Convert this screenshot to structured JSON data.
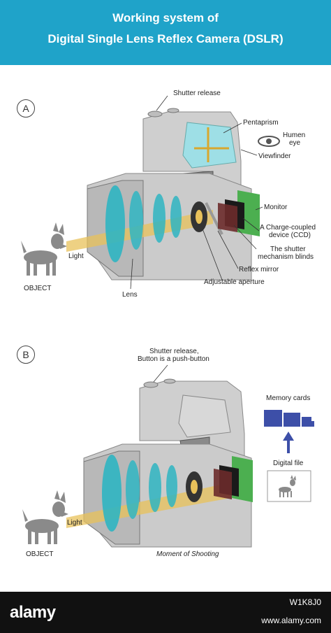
{
  "header": {
    "title_line1": "Working system of",
    "title_line2": "Digital Single Lens Reflex Camera (DSLR)"
  },
  "panel_a": {
    "badge": "A",
    "labels": {
      "shutter_release": "Shutter release",
      "pentaprism": "Pentaprism",
      "human_eye_1": "Humen",
      "human_eye_2": "eye",
      "viewfinder": "Viewfinder",
      "monitor": "Monitor",
      "ccd_1": "A Charge-coupled",
      "ccd_2": "device (CCD)",
      "shutter_blinds_1": "The shutter",
      "shutter_blinds_2": "mechanism blinds",
      "reflex_mirror": "Reflex mirror",
      "aperture": "Adjustable aperture",
      "light": "Light",
      "object": "OBJECT",
      "lens": "Lens"
    }
  },
  "panel_b": {
    "badge": "B",
    "labels": {
      "shutter_release_1": "Shutter release,",
      "shutter_release_2": "Button is a push-button",
      "memory_cards": "Memory cards",
      "digital_file": "Digital file",
      "light": "Light",
      "object": "OBJECT",
      "moment": "Moment of Shooting"
    }
  },
  "footer": {
    "logo": "alamy",
    "image_id": "W1K8J0",
    "url": "www.alamy.com"
  },
  "colors": {
    "header_bg": "#1fa3c9",
    "camera_body": "#c9c9c9",
    "lens_teal": "#2fb5c2",
    "light_beam": "#e8c15a",
    "dog": "#8a8a8a",
    "memory_card": "#3d4fa8"
  }
}
